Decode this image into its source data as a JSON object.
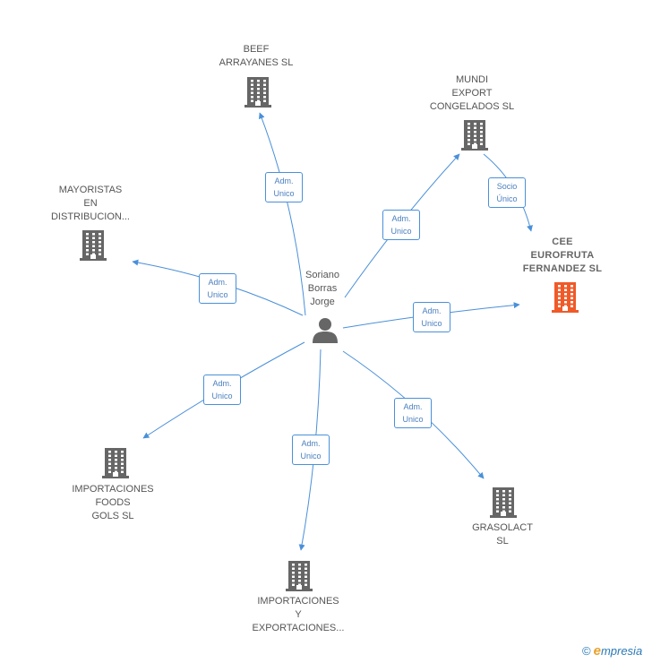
{
  "center": {
    "label": "Soriano\nBorras\nJorge"
  },
  "colors": {
    "edge": "#4a90d9",
    "building": "#666666",
    "highlight": "#f05a28"
  },
  "nodes": [
    {
      "id": "beef",
      "label": "BEEF\nARRAYANES SL"
    },
    {
      "id": "mundi",
      "label": "MUNDI\nEXPORT\nCONGELADOS SL"
    },
    {
      "id": "mayoristas",
      "label": "MAYORISTAS\nEN\nDISTRIBUCION..."
    },
    {
      "id": "cee",
      "label": "CEE\nEUROFRUTA\nFERNANDEZ SL"
    },
    {
      "id": "importfoods",
      "label": "IMPORTACIONES\nFOODS\nGOLS SL"
    },
    {
      "id": "importexp",
      "label": "IMPORTACIONES\nY\nEXPORTACIONES..."
    },
    {
      "id": "grasolact",
      "label": "GRASOLACT\nSL"
    }
  ],
  "edges": [
    {
      "id": "e-beef",
      "label": "Adm.\nUnico"
    },
    {
      "id": "e-mundi",
      "label": "Adm.\nUnico"
    },
    {
      "id": "e-mundi-cee",
      "label": "Socio\nÚnico"
    },
    {
      "id": "e-mayoristas",
      "label": "Adm.\nUnico"
    },
    {
      "id": "e-cee",
      "label": "Adm.\nUnico"
    },
    {
      "id": "e-importfoods",
      "label": "Adm.\nUnico"
    },
    {
      "id": "e-importexp",
      "label": "Adm.\nUnico"
    },
    {
      "id": "e-grasolact",
      "label": "Adm.\nUnico"
    }
  ],
  "brand": {
    "symbol": "©",
    "name_initial": "e",
    "name_rest": "mpresia"
  }
}
